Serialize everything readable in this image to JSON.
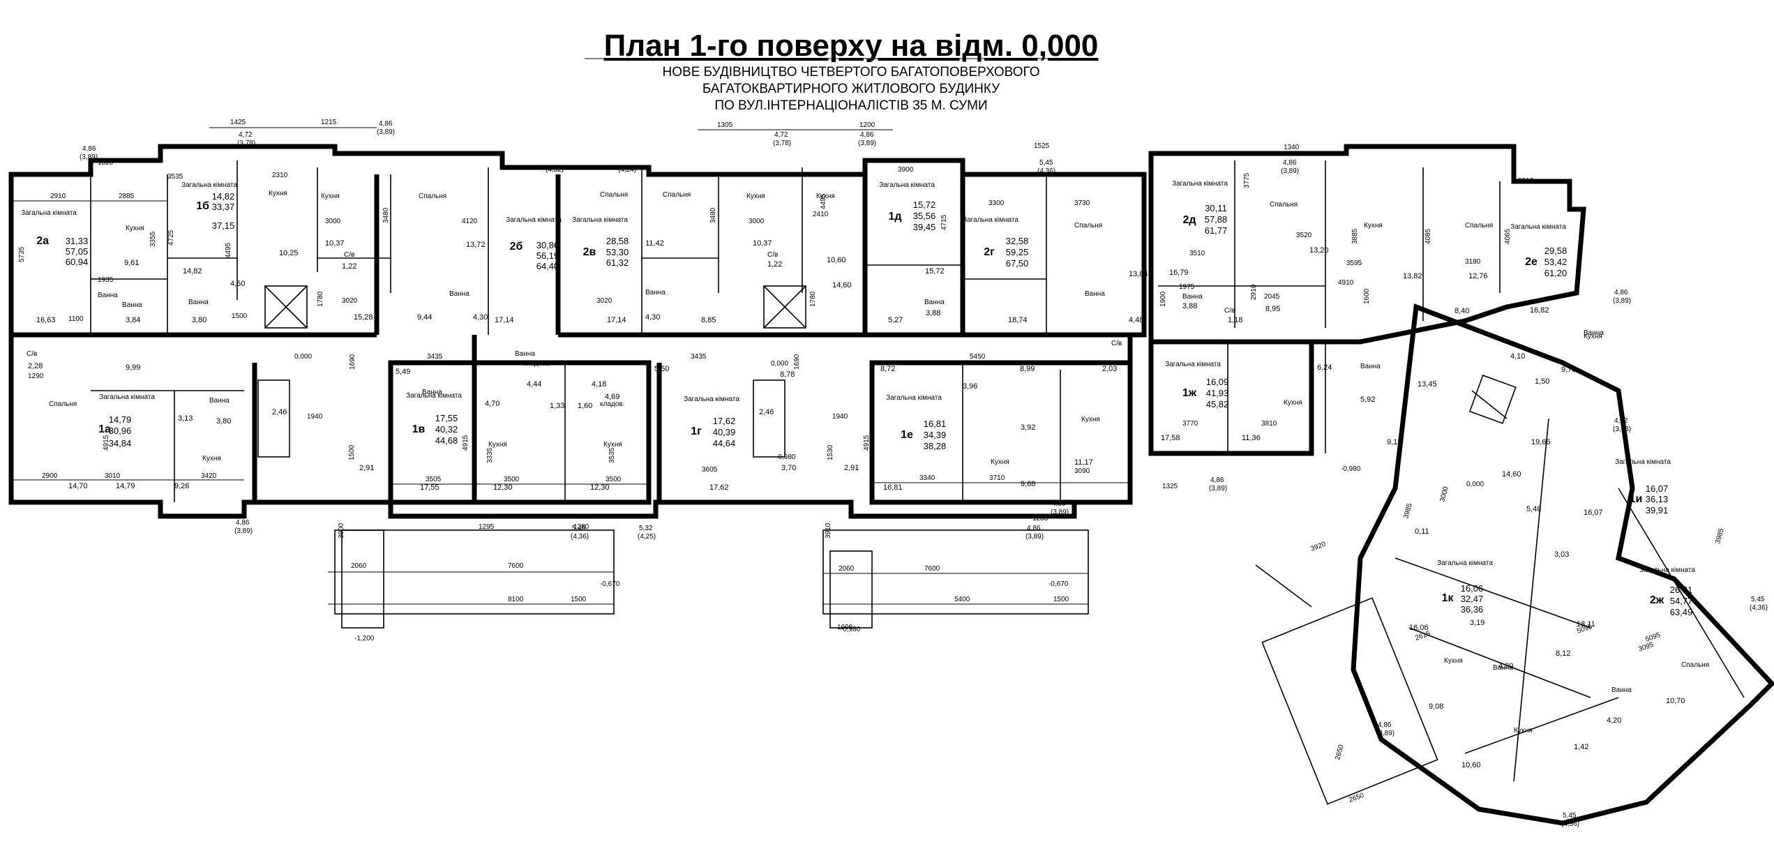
{
  "title": "План 1-го поверху на відм. 0,000",
  "subtitle_lines": [
    "НОВЕ БУДІВНИЦТВО ЧЕТВЕРТОГО БАГАТОПОВЕРХОВОГО",
    "БАГАТОКВАРТИРНОГО ЖИТЛОВОГО БУДИНКУ",
    "ПО ВУЛ.ІНТЕРНАЦІОНАЛІСТІВ 35  М. СУМИ"
  ],
  "apartments": [
    {
      "code": "2а",
      "room_label": "Загальна кімната",
      "living": "31,33",
      "area": "57,05",
      "total": "60,94"
    },
    {
      "code": "1б",
      "room_label": "Загальна кімната",
      "living": "14,82",
      "area": "33,37",
      "total": "37,15"
    },
    {
      "code": "2б",
      "room_label": "Загальна кімната",
      "living": "30,86",
      "area": "56,19",
      "total": "64,40"
    },
    {
      "code": "2в",
      "room_label": "Загальна кімната",
      "living": "28,58",
      "area": "53,30",
      "total": "61,32"
    },
    {
      "code": "1д",
      "room_label": "Загальна кімната",
      "living": "15,72",
      "area": "35,56",
      "total": "39,45"
    },
    {
      "code": "2г",
      "room_label": "Загальна кімната",
      "living": "32,58",
      "area": "59,25",
      "total": "67,50"
    },
    {
      "code": "2д",
      "room_label": "Загальна кімната",
      "living": "30,11",
      "area": "57,88",
      "total": "61,77"
    },
    {
      "code": "2е",
      "room_label": "Загальна кімната",
      "living": "29,58",
      "area": "53,42",
      "total": "61,20"
    },
    {
      "code": "1а",
      "room_label": "Загальна кімната",
      "living": "14,79",
      "area": "30,96",
      "total": "34,84"
    },
    {
      "code": "1в",
      "room_label": "Загальна кімната",
      "living": "17,55",
      "area": "40,32",
      "total": "44,68"
    },
    {
      "code": "1г",
      "room_label": "Загальна кімната",
      "living": "17,62",
      "area": "40,39",
      "total": "44,64"
    },
    {
      "code": "1е",
      "room_label": "Загальна кімната",
      "living": "16,81",
      "area": "34,39",
      "total": "38,28"
    },
    {
      "code": "1ж",
      "room_label": "Загальна кімната",
      "living": "16,09",
      "area": "41,93",
      "total": "45,82"
    },
    {
      "code": "1и",
      "room_label": "Загальна кімната",
      "living": "16,07",
      "area": "36,13",
      "total": "39,91"
    },
    {
      "code": "1к",
      "room_label": "Загальна кімната",
      "living": "16,06",
      "area": "32,47",
      "total": "36,36"
    },
    {
      "code": "2ж",
      "room_label": "Загальна кімната",
      "living": "26,81",
      "area": "54,77",
      "total": "63,49"
    }
  ],
  "room_labels": [
    "Кухня",
    "Спальня",
    "Ванна",
    "С/в",
    "Спальня",
    "Кухня",
    "Спальня",
    "Кухня",
    "Кухня",
    "Спальня",
    "Кухня",
    "Кухня",
    "Спальня",
    "Кухня",
    "Спальня",
    "Кухня",
    "Кухня",
    "Кухня",
    "Кухня",
    "Кухня",
    "Ванна",
    "Ванна",
    "Ванна",
    "Ванна",
    "Ванна",
    "Ванна",
    "Ванна",
    "Ванна",
    "Ванна",
    "Ванна",
    "С/в",
    "С/в",
    "С/в",
    "С/в",
    "Спальня",
    "кладова",
    "кладов.",
    "Кухня",
    "Кухня",
    "Спальня",
    "Ванна",
    "Ванна",
    "Кухня",
    "Ванна",
    "Ванна"
  ],
  "area_labels": [
    "16,63",
    "9,61",
    "3,84",
    "14,82",
    "3,80",
    "4,50",
    "10,25",
    "10,37",
    "1,22",
    "13,72",
    "15,28",
    "9,44",
    "4,30",
    "17,14",
    "17,14",
    "4,30",
    "8,85",
    "11,42",
    "10,37",
    "1,22",
    "10,60",
    "14,60",
    "15,72",
    "5,27",
    "3,88",
    "18,74",
    "13,84",
    "4,48",
    "16,79",
    "13,20",
    "13,82",
    "12,76",
    "8,95",
    "1,18",
    "3,88",
    "8,40",
    "16,82",
    "4,10",
    "9,75",
    "1,50",
    "2,28",
    "9,99",
    "3,13",
    "3,80",
    "14,70",
    "14,79",
    "9,26",
    "5,49",
    "4,70",
    "4,44",
    "1,33",
    "4,18",
    "4,69",
    "1,60",
    "5,50",
    "8,78",
    "8,72",
    "3,96",
    "8,99",
    "2,03",
    "3,92",
    "17,55",
    "12,30",
    "12,30",
    "17,62",
    "2,91",
    "2,91",
    "3,70",
    "16,81",
    "9,68",
    "11,17",
    "6,24",
    "5,92",
    "13,45",
    "17,58",
    "11,36",
    "9,12",
    "19,65",
    "14,60",
    "5,48",
    "16,07",
    "3,03",
    "0,11",
    "18,11",
    "16,06",
    "3,19",
    "8,12",
    "4,20",
    "4,20",
    "9,08",
    "10,60",
    "1,42",
    "10,70",
    "2,46",
    "2,46"
  ],
  "level_marks": [
    "4,86",
    "(3,89)",
    "4,72",
    "(3,78)",
    "4,86",
    "(3,89)",
    "(4,32)",
    "(4,24)",
    "4,72",
    "(3,78)",
    "4,86",
    "(3,89)",
    "5,45",
    "(4,36)",
    "4,86",
    "(3,89)",
    "4,86",
    "(3,89)",
    "4,72",
    "(3,78)",
    "4,86",
    "(3,89)",
    "4,86",
    "(3,89)",
    "5,45",
    "(4,36)",
    "5,32",
    "(4,25)",
    "4,86",
    "(3,89)",
    "4,86",
    "(3,89)",
    "5,45",
    "(4,36)",
    "5,45",
    "(4,36)",
    "4,86",
    "(3,89)",
    "0,000",
    "0,000",
    "0,000",
    "-0,980",
    "-0,980",
    "-0,670",
    "-0,670",
    "-1,200",
    "-0,980"
  ],
  "dimensions": [
    "1425",
    "1215",
    "1820",
    "2910",
    "2885",
    "3535",
    "2310",
    "1305",
    "1200",
    "3900",
    "3300",
    "3730",
    "1525",
    "1340",
    "2212",
    "5735",
    "3355",
    "4725",
    "4495",
    "3000",
    "3480",
    "4120",
    "3480",
    "3000",
    "2410",
    "4495",
    "4715",
    "3775",
    "3520",
    "3885",
    "4085",
    "3180",
    "4065",
    "3020",
    "3020",
    "3435",
    "3435",
    "5450",
    "3510",
    "3595",
    "2900",
    "3010",
    "3420",
    "3505",
    "3500",
    "3500",
    "3605",
    "3340",
    "3710",
    "3090",
    "3770",
    "3810",
    "1940",
    "1940",
    "1690",
    "1690",
    "1290",
    "1295",
    "1280",
    "1283",
    "1325",
    "2060",
    "7600",
    "8100",
    "1500",
    "2060",
    "7600",
    "5400",
    "1500",
    "1690",
    "3900",
    "3910",
    "1500",
    "1530",
    "4915",
    "4915",
    "4915",
    "3335",
    "3535",
    "1935",
    "1100",
    "1500",
    "1780",
    "1780",
    "1975",
    "1900",
    "2910",
    "2045",
    "4910",
    "1600",
    "3920",
    "3985",
    "3985",
    "2650",
    "2650",
    "3000",
    "5095",
    "3095",
    "5095",
    "2615"
  ]
}
